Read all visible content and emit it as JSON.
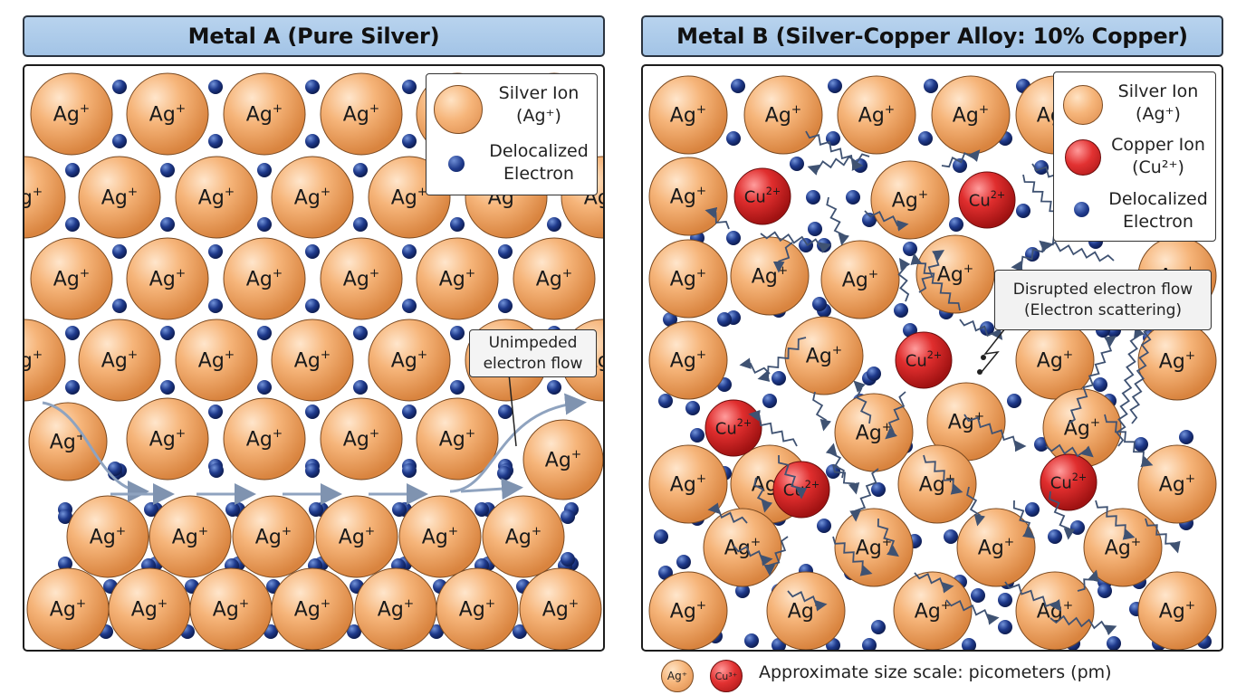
{
  "panel_a": {
    "title": "Metal A (Pure Silver)",
    "ion_label": "Ag",
    "ion_charge": "+",
    "legend": {
      "ion_name": "Silver Ion",
      "ion_symbol": "(Ag⁺)",
      "electron_line1": "Delocalized",
      "electron_line2": "Electron"
    },
    "callout": {
      "line1": "Unimpeded",
      "line2": "electron flow"
    }
  },
  "panel_b": {
    "title": "Metal B (Silver-Copper Alloy: 10% Copper)",
    "ion_label": "Ag",
    "ion_charge": "+",
    "cu_label": "Cu",
    "cu_charge": "2+",
    "legend": {
      "ion_name": "Silver Ion",
      "ion_symbol": "(Ag⁺)",
      "cu_name": "Copper Ion",
      "cu_symbol": "(Cu²⁺)",
      "electron_line1": "Delocalized",
      "electron_line2": "Electron"
    },
    "callout": {
      "line1": "Disrupted electron flow",
      "line2": "(Electron scattering)"
    }
  },
  "scale": {
    "ag_label": "Ag⁺",
    "cu_label": "Cu³⁺",
    "text": "Approximate size scale: picometers (pm)"
  },
  "colors": {
    "silver_ion": "#f2ac6e",
    "copper_ion": "#d92b2b",
    "electron": "#1f3a8c",
    "header": "#a9c8e8",
    "arrow": "#7f93b0",
    "scatter_arrow": "#3f5272"
  }
}
